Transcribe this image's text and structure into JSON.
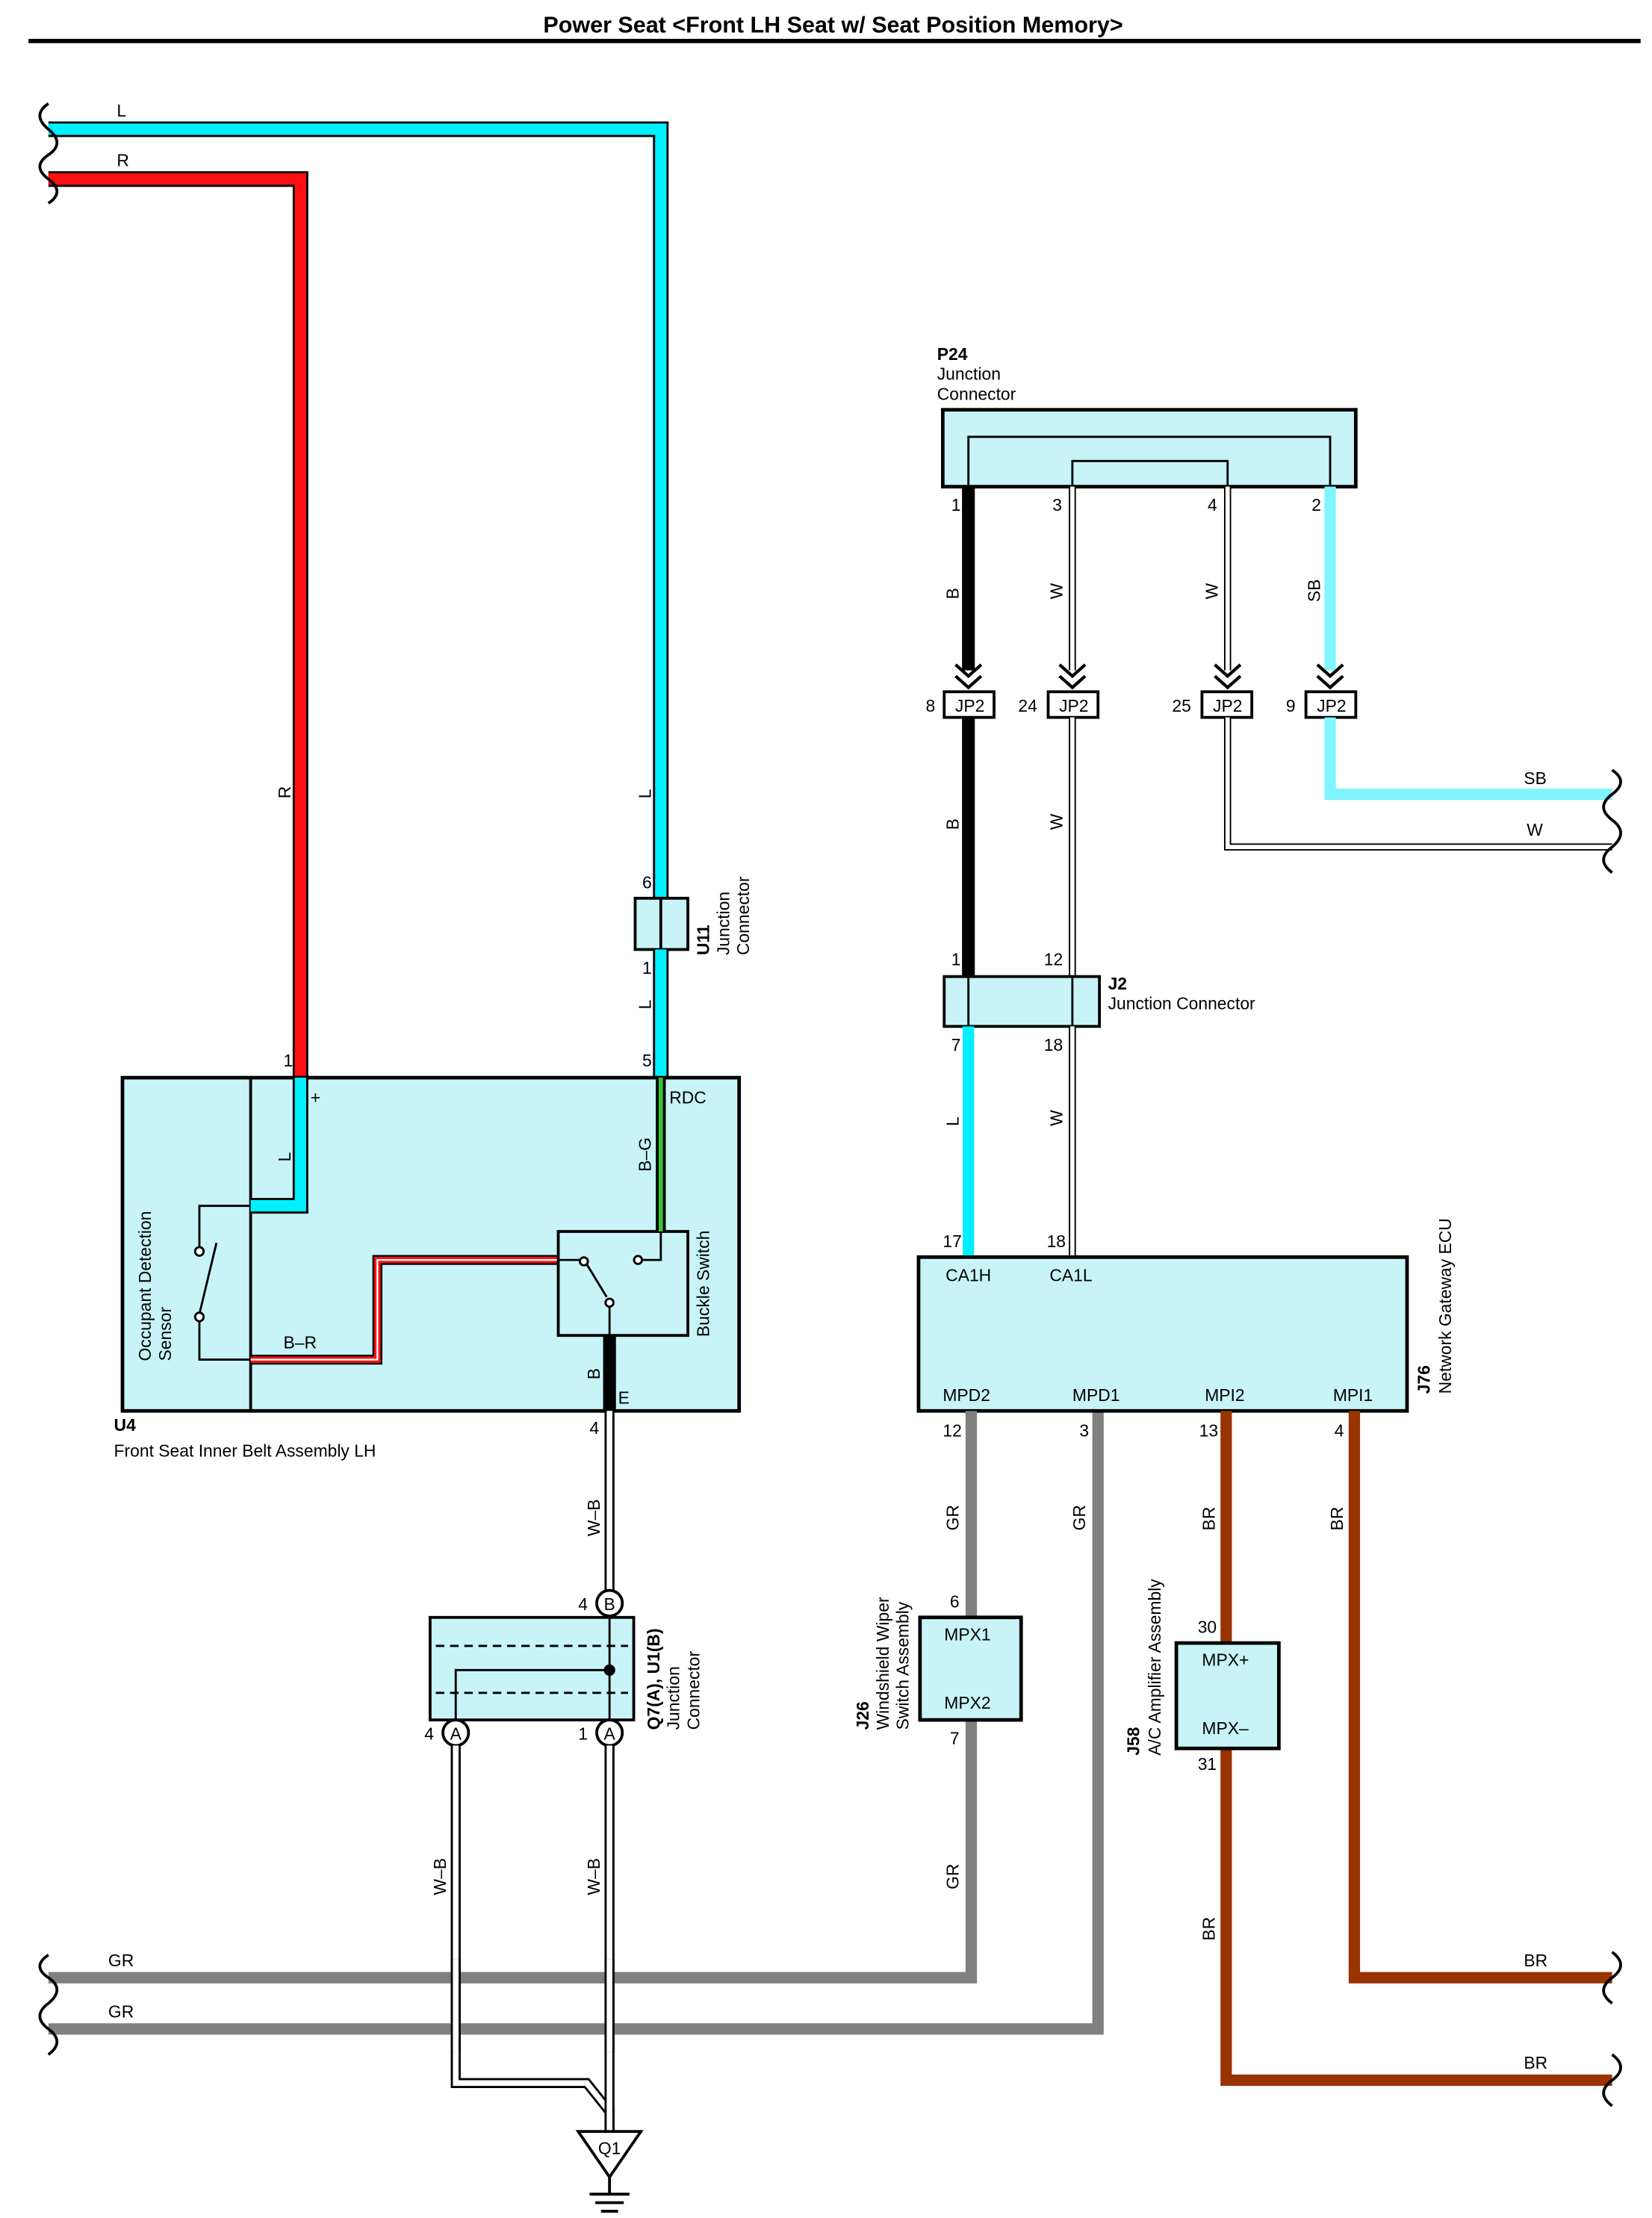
{
  "title": "Power Seat <Front LH Seat w/ Seat Position Memory>",
  "colors": {
    "L": "#00f0ff",
    "R": "#ff1010",
    "SB": "#80f4ff",
    "W": "#ffffff",
    "B": "#000000",
    "GR": "#808080",
    "BR": "#993300",
    "G": "#39c23a",
    "box": "#c8f4f8",
    "line": "#000000"
  },
  "wires": {
    "L": "L",
    "R": "R",
    "B": "B",
    "W": "W",
    "SB": "SB",
    "GR": "GR",
    "BR": "BR",
    "BG": "B–G",
    "BRd": "B–R",
    "WB": "W–B"
  },
  "components": {
    "p24": {
      "ref": "P24",
      "name1": "Junction",
      "name2": "Connector",
      "pins": [
        "1",
        "3",
        "4",
        "2"
      ]
    },
    "jp2": {
      "label": "JP2",
      "pins": [
        "8",
        "24",
        "25",
        "9"
      ]
    },
    "j2": {
      "ref": "J2",
      "name": "Junction Connector",
      "pins": [
        "1",
        "12",
        "7",
        "18"
      ]
    },
    "u11": {
      "ref": "U11",
      "name1": "Junction",
      "name2": "Connector",
      "pins": [
        "6",
        "1"
      ]
    },
    "u4": {
      "ref": "U4",
      "name": "Front Seat Inner Belt Assembly LH",
      "pins": [
        "1",
        "5",
        "4"
      ],
      "plus": "+",
      "rdc": "RDC",
      "e": "E",
      "sensor1": "Occupant Detection",
      "sensor2": "Sensor",
      "buckle": "Buckle Switch"
    },
    "j76": {
      "ref": "J76",
      "name": "Network Gateway ECU",
      "terms": [
        "CA1H",
        "CA1L",
        "MPD2",
        "MPD1",
        "MPI2",
        "MPI1"
      ],
      "pins": [
        "17",
        "18",
        "12",
        "3",
        "13",
        "4"
      ]
    },
    "j26": {
      "ref": "J26",
      "name1": "Windshield Wiper",
      "name2": "Switch Assembly",
      "terms": [
        "MPX1",
        "MPX2"
      ],
      "pins": [
        "6",
        "7"
      ]
    },
    "j58": {
      "ref": "J58",
      "name": "A/C Amplifier Assembly",
      "terms": [
        "MPX+",
        "MPX–"
      ],
      "pins": [
        "30",
        "31"
      ]
    },
    "q7": {
      "ref": "Q7(A), U1(B)",
      "name1": "Junction",
      "name2": "Connector",
      "pinB": "4",
      "pinA1": "4",
      "pinA2": "1",
      "A": "A",
      "B": "B"
    },
    "q1": {
      "label": "Q1"
    }
  }
}
